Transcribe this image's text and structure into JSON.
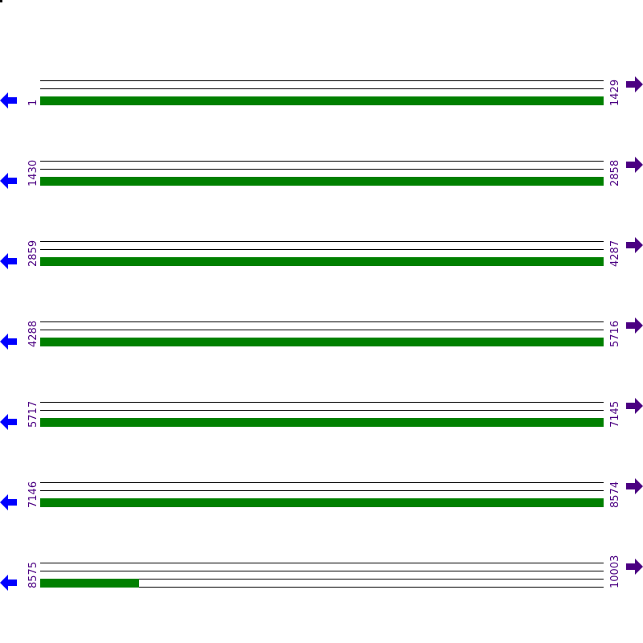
{
  "colors": {
    "bar": "#008000",
    "label": "#4b0082",
    "left_arrow": "#0000ff",
    "right_arrow": "#4b0082",
    "line": "#000000"
  },
  "rows": [
    {
      "start": "1",
      "end": "1429",
      "fill": 1.0
    },
    {
      "start": "1430",
      "end": "2858",
      "fill": 1.0
    },
    {
      "start": "2859",
      "end": "4287",
      "fill": 1.0
    },
    {
      "start": "4288",
      "end": "5716",
      "fill": 1.0
    },
    {
      "start": "5717",
      "end": "7145",
      "fill": 1.0
    },
    {
      "start": "7146",
      "end": "8574",
      "fill": 1.0
    },
    {
      "start": "8575",
      "end": "10003",
      "fill": 0.175
    }
  ],
  "icons": {
    "left": "arrow-left-icon",
    "right": "arrow-right-icon"
  }
}
